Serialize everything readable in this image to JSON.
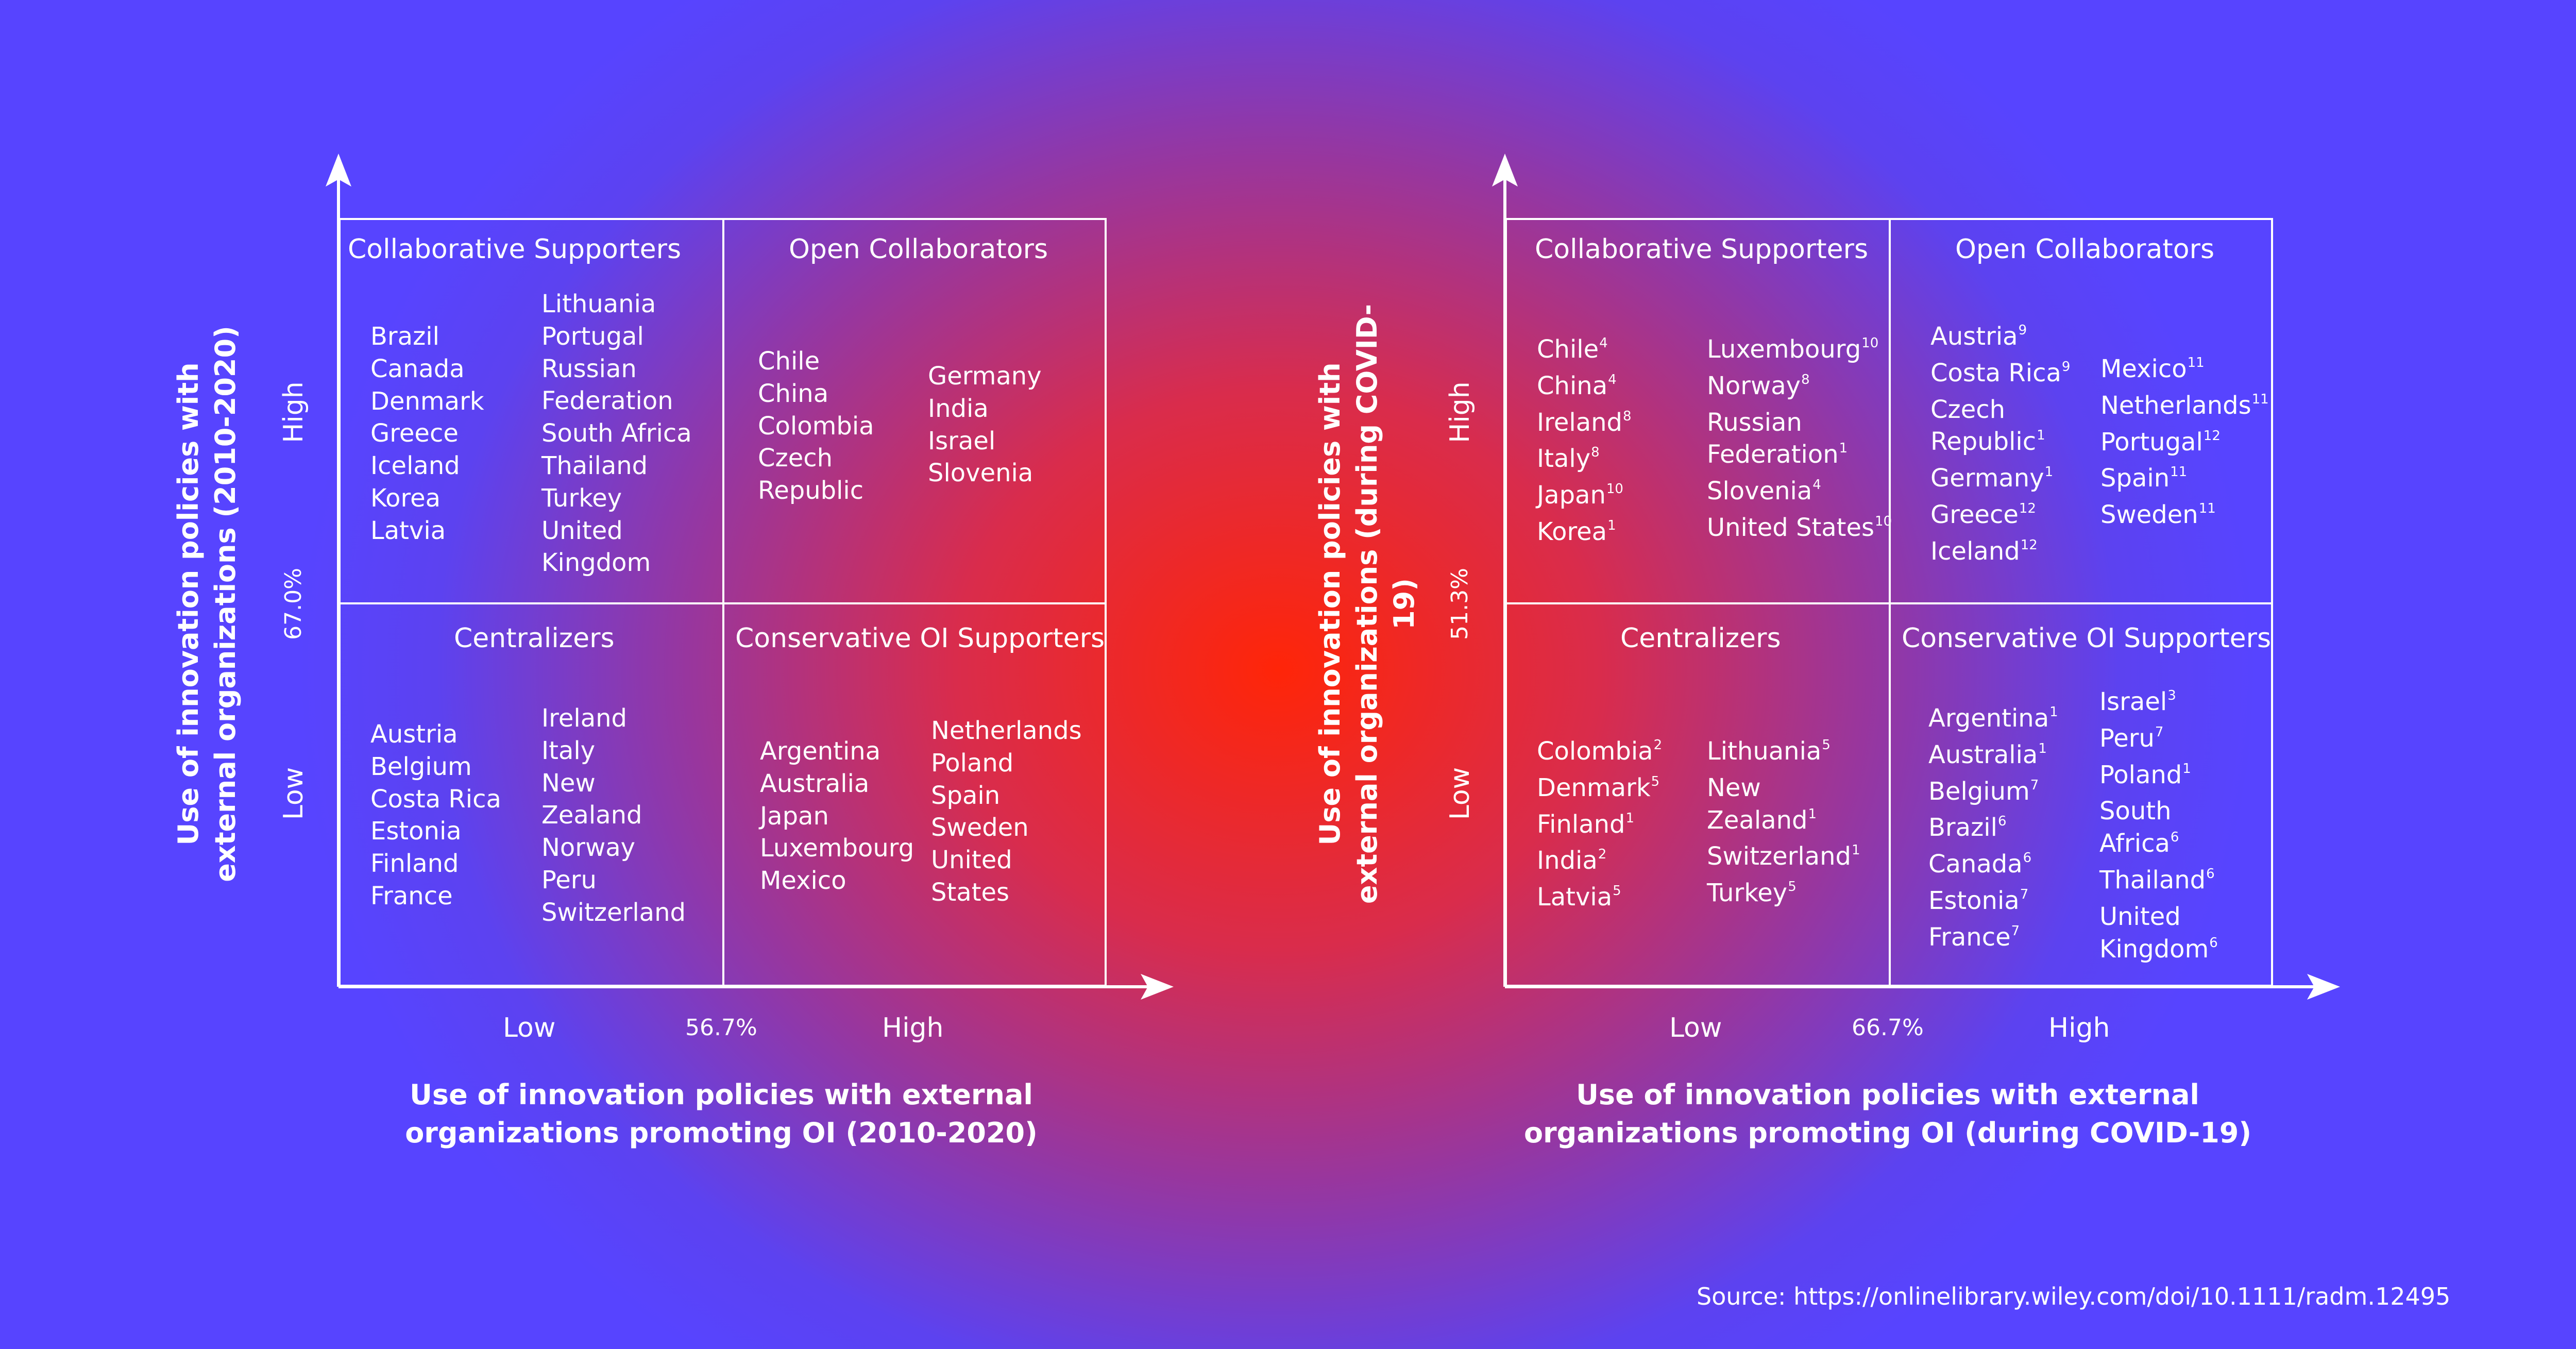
{
  "left": {
    "quadrants": {
      "collab": {
        "title": "Collaborative Supporters",
        "col1": [
          "Brazil",
          "Canada",
          "Denmark",
          "Greece",
          "Iceland",
          "Korea",
          "Latvia"
        ],
        "col2": [
          "Lithuania",
          "Portugal",
          "Russian",
          "Federation",
          "South Africa",
          "Thailand",
          "Turkey",
          "United",
          "Kingdom"
        ]
      },
      "open": {
        "title": "Open Collaborators",
        "col1": [
          "Chile",
          "China",
          "Colombia",
          "Czech",
          "Republic"
        ],
        "col2": [
          "Germany",
          "India",
          "Israel",
          "Slovenia"
        ]
      },
      "central": {
        "title": "Centralizers",
        "col1": [
          "Austria",
          "Belgium",
          "Costa Rica",
          "Estonia",
          "Finland",
          "France"
        ],
        "col2": [
          "Ireland",
          "Italy",
          "New",
          "Zealand",
          "Norway",
          "Peru",
          "Switzerland"
        ]
      },
      "conserv": {
        "title": "Conservative OI Supporters",
        "col1": [
          "Argentina",
          "Australia",
          "Japan",
          "Luxembourg",
          "Mexico"
        ],
        "col2": [
          "Netherlands",
          "Poland",
          "Spain",
          "Sweden",
          "United",
          "States"
        ]
      }
    },
    "y_high": "High",
    "y_low": "Low",
    "y_threshold": "67.0%",
    "x_low": "Low",
    "x_high": "High",
    "x_threshold": "56.7%",
    "y_title": "Use of innovation policies with external organizations (2010-2020)",
    "x_title": "Use of innovation policies with external organizations promoting OI (2010-2020)"
  },
  "right": {
    "quadrants": {
      "collab": {
        "title": "Collaborative Supporters",
        "col1": [
          [
            "Chile",
            "4"
          ],
          [
            "China",
            "4"
          ],
          [
            "Ireland",
            "8"
          ],
          [
            "Italy",
            "8"
          ],
          [
            "Japan",
            "10"
          ],
          [
            "Korea",
            "1"
          ]
        ],
        "col2": [
          [
            "Luxembourg",
            "10"
          ],
          [
            "Norway",
            "8"
          ],
          [
            "Russian",
            ""
          ],
          [
            "Federation",
            "1"
          ],
          [
            "Slovenia",
            "4"
          ],
          [
            "United States",
            "10"
          ]
        ]
      },
      "open": {
        "title": "Open Collaborators",
        "col1": [
          [
            "Austria",
            "9"
          ],
          [
            "Costa Rica",
            "9"
          ],
          [
            "Czech",
            ""
          ],
          [
            "Republic",
            "1"
          ],
          [
            "Germany",
            "1"
          ],
          [
            "Greece",
            "12"
          ],
          [
            "Iceland",
            "12"
          ]
        ],
        "col2": [
          [
            "Mexico",
            "11"
          ],
          [
            "Netherlands",
            "11"
          ],
          [
            "Portugal",
            "12"
          ],
          [
            "Spain",
            "11"
          ],
          [
            "Sweden",
            "11"
          ]
        ]
      },
      "central": {
        "title": "Centralizers",
        "col1": [
          [
            "Colombia",
            "2"
          ],
          [
            "Denmark",
            "5"
          ],
          [
            "Finland",
            "1"
          ],
          [
            "India",
            "2"
          ],
          [
            "Latvia",
            "5"
          ]
        ],
        "col2": [
          [
            "Lithuania",
            "5"
          ],
          [
            "New",
            ""
          ],
          [
            "Zealand",
            "1"
          ],
          [
            "Switzerland",
            "1"
          ],
          [
            "Turkey",
            "5"
          ]
        ]
      },
      "conserv": {
        "title": "Conservative OI Supporters",
        "col1": [
          [
            "Argentina",
            "1"
          ],
          [
            "Australia",
            "1"
          ],
          [
            "Belgium",
            "7"
          ],
          [
            "Brazil",
            "6"
          ],
          [
            "Canada",
            "6"
          ],
          [
            "Estonia",
            "7"
          ],
          [
            "France",
            "7"
          ]
        ],
        "col2": [
          [
            "Israel",
            "3"
          ],
          [
            "Peru",
            "7"
          ],
          [
            "Poland",
            "1"
          ],
          [
            "South",
            ""
          ],
          [
            "Africa",
            "6"
          ],
          [
            "Thailand",
            "6"
          ],
          [
            "United",
            ""
          ],
          [
            "Kingdom",
            "6"
          ]
        ]
      }
    },
    "y_high": "High",
    "y_low": "Low",
    "y_threshold": "51.3%",
    "x_low": "Low",
    "x_high": "High",
    "x_threshold": "66.7%",
    "y_title": "Use of innovation policies with external organizations (during COVID-19)",
    "x_title": "Use of innovation policies with external organizations promoting OI (during COVID-19)"
  },
  "source": "Source: https://onlinelibrary.wiley.com/doi/10.1111/radm.12495",
  "colors": {
    "center": "#ff2508",
    "edge": "#5744ff",
    "lines": "#ffffff"
  }
}
